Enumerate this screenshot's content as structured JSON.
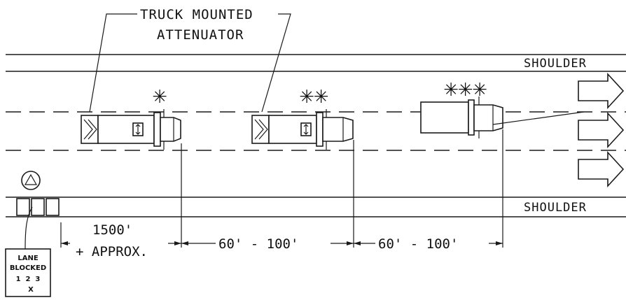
{
  "callout": {
    "line1": "TRUCK MOUNTED",
    "line2": "ATTENUATOR"
  },
  "lanes": {
    "top_shoulder": "SHOULDER",
    "bottom_shoulder": "SHOULDER"
  },
  "vehicles": [
    {
      "id": "vehicle-1",
      "stars": "✳"
    },
    {
      "id": "vehicle-2",
      "stars": "✳✳"
    },
    {
      "id": "vehicle-3",
      "stars": "✳✳✳"
    }
  ],
  "sign_symbol": "A",
  "dimensions": {
    "first": "1500'",
    "first_sub": "+ APPROX.",
    "gap1": "60' - 100'",
    "gap2": "60' - 100'"
  },
  "sign_panel": {
    "line1": "LANE",
    "line2": "BLOCKED",
    "numbers": "1  2  3",
    "mark": "X"
  }
}
